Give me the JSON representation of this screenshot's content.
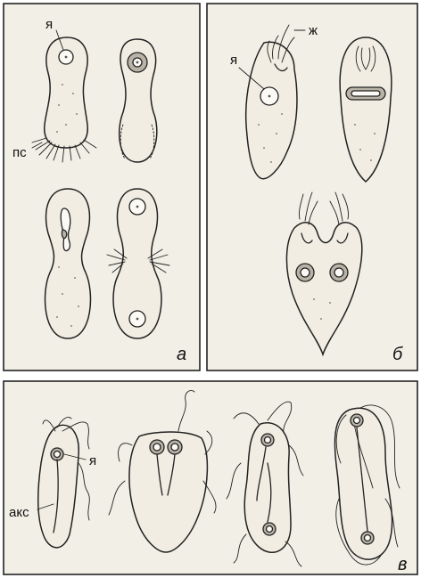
{
  "panels": {
    "a": {
      "letter": "а",
      "labels": {
        "nucleus": "я",
        "pseudopodia": "пс"
      }
    },
    "b": {
      "letter": "б",
      "labels": {
        "nucleus": "я",
        "flagellum": "ж"
      }
    },
    "c": {
      "letter": "в",
      "labels": {
        "nucleus": "я",
        "axostyle": "акс"
      }
    }
  }
}
